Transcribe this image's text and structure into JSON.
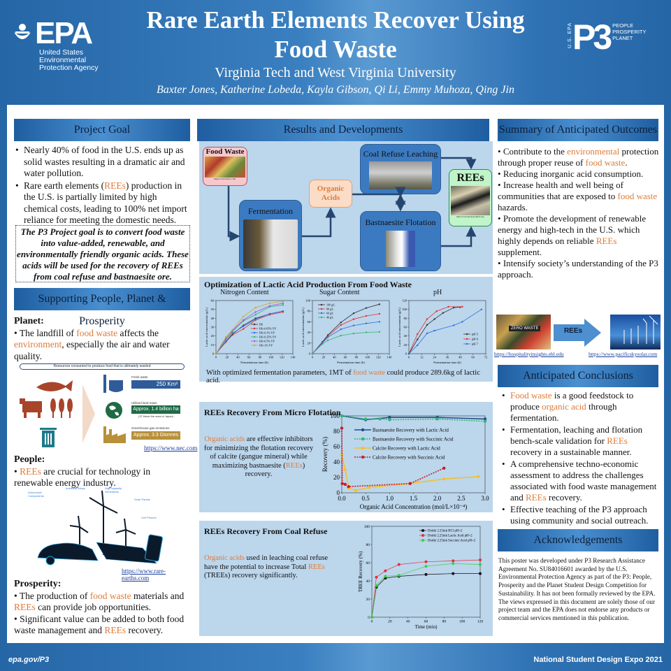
{
  "header": {
    "title_line1": "Rare Earth Elements Recover Using",
    "title_line2": "Food Waste",
    "affiliation": "Virginia Tech and West Virginia University",
    "authors": "Baxter Jones, Katherine Lobeda, Kayla Gibson, Qi Li, Emmy Muhoza, Qing Jin",
    "epa_logo": {
      "mark": "EPA",
      "line1": "United States",
      "line2": "Environmental",
      "line3": "Protection Agency"
    },
    "p3_logo": {
      "mark": "P3",
      "vertical": "U.S. EPA",
      "words": [
        "PEOPLE",
        "PROSPERITY",
        "PLANET"
      ]
    }
  },
  "project_goal": {
    "heading": "Project Goal",
    "bullets": [
      {
        "pre": "Nearly 40% of food in the U.S. ends up as solid wastes resulting in a dramatic air and water pollution.",
        "hl": "",
        "post": ""
      },
      {
        "pre": "Rare earth elements (",
        "hl": "REEs",
        "post": ") production in the U.S. is partially limited by high chemical costs, leading to 100% net import reliance for meeting the domestic needs."
      }
    ],
    "goal_statement": "The P3 Project goal is to convert food waste into value-added, renewable, and environmentally friendly organic acids. These acids will be used for the recovery of REEs from coal refuse and bastnaesite ore."
  },
  "supporting": {
    "heading": "Supporting People, Planet & Prosperity",
    "planet": {
      "label": "Planet:",
      "text_a": "The landfill of ",
      "hl_a": "food waste",
      "text_b": " affects the ",
      "hl_b": "environment",
      "text_c": ", especially the air and water quality."
    },
    "infographic": {
      "banner": "Resources consumed to produce food that is ultimately wasted",
      "fresh_water_label": "Fresh water",
      "fresh_water_value": "250 Km³",
      "land_label": "Utilized land mass",
      "land_value": "Approx. 1.4 billion ha",
      "land_note": "(37 times the area of Japan)",
      "ghg_label": "Greenhouse gas emissions",
      "ghg_value": "Approx. 3.3 Gtonnes",
      "source": "https://www.nec.com",
      "colors": {
        "food": "#a8442a",
        "water": "#2f5c98",
        "land": "#1f6b46",
        "ghg": "#b8903a",
        "bin": "#1e7a8a"
      }
    },
    "people": {
      "label": "People:",
      "hl": "REEs",
      "text": " are crucial for technology in renewable energy industry.",
      "image_labels": [
        "Automotive Components",
        "Industrial Alloys",
        "High capacity Generators",
        "Solar Panels",
        "Cell Phones"
      ],
      "source": "https://www.rare-earths.com"
    },
    "prosperity": {
      "label": "Prosperity:",
      "b1_pre": "The production of ",
      "b1_hl": "food waste",
      "b1_mid": " materials and ",
      "b1_hl2": "REEs",
      "b1_post": " can provide job opportunities.",
      "b2_pre": "Significant value can be added to both food waste management and ",
      "b2_hl": "REEs",
      "b2_post": " recovery."
    }
  },
  "results": {
    "heading": "Results and Developments",
    "flow": {
      "food_waste": "Food Waste",
      "food_waste_src": "https://www.bbc.com/",
      "fermentation": "Fermentation",
      "organic_acids": "Organic Acids",
      "coal_refuse": "Coal Refuse Leaching",
      "bastnaesite": "Bastnaesite Flotation",
      "rees": "REEs",
      "rees_src": "https://www.spacetoposition.org/"
    },
    "optimization": {
      "title": "Optimization of Lactic Acid Production From Food Waste",
      "conclusion_pre": "With optimized fermentation parameters, 1MT of ",
      "conclusion_hl": "food waste",
      "conclusion_post": " could produce 289.6kg of lactic acid."
    },
    "flotation": {
      "title": "REEs Recovery From Micro Flotation",
      "hl": "Organic acids",
      "text_a": " are effective inhibitors for minimizing the flotation recovery of calcite (gangue mineral) while maximizing bastnaesite (",
      "hl2": "REEs",
      "text_b": ") recovery."
    },
    "coal": {
      "title": "REEs Recovery From Coal Refuse",
      "hl": "Organic acids",
      "text_a": " used in leaching coal refuse have the potential to increase Total ",
      "hl2": "REEs",
      "text_b": " (TREEs) recovery significantly."
    }
  },
  "chart_data": [
    {
      "type": "line",
      "title": "Nitrogen Content",
      "xlabel": "Fermentation time (h)",
      "ylabel": "Lactic acid concentration (g/L)",
      "xlim": [
        0,
        140
      ],
      "ylim": [
        0,
        60
      ],
      "xticks": [
        0,
        20,
        40,
        60,
        80,
        100,
        120,
        140
      ],
      "yticks": [
        0,
        10,
        20,
        30,
        40,
        50,
        60
      ],
      "x": [
        0,
        18,
        30,
        50,
        72,
        98,
        122
      ],
      "series": [
        {
          "name": "HS",
          "color": "#333333",
          "values": [
            0,
            14,
            22,
            32,
            40,
            45,
            48
          ]
        },
        {
          "name": "HS+0.05% YP",
          "color": "#e03030",
          "values": [
            0,
            13,
            21,
            28,
            38,
            44,
            47
          ]
        },
        {
          "name": "HS+0.1% YP",
          "color": "#2a6ee0",
          "values": [
            0,
            14,
            23,
            31,
            39,
            45,
            48
          ]
        },
        {
          "name": "HS+0.25% YP",
          "color": "#2db870",
          "values": [
            0,
            16,
            25,
            37,
            44,
            53,
            55
          ]
        },
        {
          "name": "HS+0.5% YP",
          "color": "#b050e0",
          "values": [
            0,
            17,
            26,
            38,
            47,
            54,
            57
          ]
        },
        {
          "name": "HS+1% YP",
          "color": "#c8b020",
          "values": [
            0,
            19,
            27,
            42,
            52,
            57,
            59
          ]
        }
      ]
    },
    {
      "type": "line",
      "title": "Sugar Content",
      "xlabel": "Fermentation time (h)",
      "ylabel": "Lactic acid concentration (g/L)",
      "xlim": [
        0,
        140
      ],
      "ylim": [
        0,
        100
      ],
      "xticks": [
        0,
        20,
        40,
        60,
        80,
        100,
        120,
        140
      ],
      "yticks": [
        0,
        20,
        40,
        60,
        80,
        100
      ],
      "x": [
        0,
        18,
        28,
        52,
        75,
        98,
        122
      ],
      "series": [
        {
          "name": "100 g/L",
          "color": "#333333",
          "values": [
            0,
            22,
            35,
            59,
            76,
            86,
            93
          ]
        },
        {
          "name": "80 g/L",
          "color": "#e03030",
          "values": [
            0,
            21,
            33,
            54,
            65,
            71,
            75
          ]
        },
        {
          "name": "60 g/L",
          "color": "#2a6ee0",
          "values": [
            0,
            20,
            31,
            46,
            53,
            57,
            60
          ]
        },
        {
          "name": "40 g/L",
          "color": "#2db870",
          "values": [
            0,
            18,
            25,
            34,
            38,
            40,
            41
          ]
        }
      ]
    },
    {
      "type": "line",
      "title": "pH",
      "xlabel": "Fermentation time (h)",
      "ylabel": "Lactic acid concentration (g/L)",
      "xlim": [
        0,
        72
      ],
      "ylim": [
        0,
        120
      ],
      "xticks": [
        0,
        12,
        24,
        36,
        48,
        60,
        72
      ],
      "yticks": [
        0,
        20,
        40,
        60,
        80,
        100,
        120
      ],
      "series": [
        {
          "name": "pH 5",
          "color": "#333333",
          "x": [
            0,
            8,
            17,
            24,
            32,
            42,
            48
          ],
          "values": [
            0,
            32,
            65,
            78,
            92,
            104,
            105
          ]
        },
        {
          "name": "pH 6",
          "color": "#e03030",
          "x": [
            0,
            8,
            17,
            26,
            37,
            50
          ],
          "values": [
            0,
            44,
            78,
            96,
            106,
            106
          ]
        },
        {
          "name": "pH 7",
          "color": "#2a6ee0",
          "x": [
            0,
            8,
            17,
            24,
            42,
            50,
            68
          ],
          "values": [
            0,
            19,
            46,
            52,
            64,
            72,
            100
          ]
        }
      ]
    },
    {
      "type": "line",
      "title": "REEs Recovery From Micro Flotation",
      "xlabel": "Organic Acid Concentration (mol/L×10⁻⁴)",
      "ylabel": "Recovery (%)",
      "xlim": [
        0,
        3.0
      ],
      "ylim": [
        0,
        100
      ],
      "xticks": [
        0.0,
        0.5,
        1.0,
        1.5,
        2.0,
        2.5,
        3.0
      ],
      "yticks": [
        0,
        20,
        40,
        60,
        80,
        100
      ],
      "legend": "inside-top",
      "series": [
        {
          "name": "Bastnaesite Recovery with Lactic Acid",
          "color": "#1f4e8c",
          "dash": false,
          "x": [
            0,
            0.5,
            1.0,
            2.0,
            3.0
          ],
          "values": [
            100,
            95,
            98,
            98,
            96
          ]
        },
        {
          "name": "Bastnaesite Recovery with Succinic Acid",
          "color": "#2db870",
          "dash": true,
          "x": [
            0,
            0.5,
            0.8,
            1.0,
            2.0,
            3.0
          ],
          "values": [
            100,
            96,
            96,
            95,
            96,
            93
          ]
        },
        {
          "name": "Calcite Recovery with Lactic Acid",
          "color": "#f2c12e",
          "dash": false,
          "x": [
            0,
            0.07,
            0.15,
            0.29,
            0.57,
            1.43,
            2.14,
            2.86
          ],
          "values": [
            50,
            30,
            6,
            3,
            7,
            12,
            18,
            21
          ]
        },
        {
          "name": "Calcite Recovery with Succinic Acid",
          "color": "#c41e2a",
          "dash": true,
          "x": [
            0,
            0.01,
            0.07,
            0.14,
            1.43,
            2.14
          ],
          "values": [
            84,
            12,
            11,
            8,
            12,
            32
          ]
        }
      ]
    },
    {
      "type": "line",
      "title": "REEs Recovery From Coal Refuse",
      "xlabel": "Time (min)",
      "ylabel": "TREE Recovery (%)",
      "xlim": [
        0,
        120
      ],
      "ylim": [
        0,
        100
      ],
      "xticks": [
        0,
        20,
        40,
        60,
        80,
        100,
        120
      ],
      "yticks": [
        0,
        20,
        40,
        60,
        80,
        100
      ],
      "x": [
        0,
        5,
        15,
        30,
        60,
        90,
        120
      ],
      "series": [
        {
          "name": "Dotiki 2.25ink HCl pH=2",
          "color": "#111111",
          "values": [
            0,
            33,
            43,
            45,
            47,
            48,
            48
          ]
        },
        {
          "name": "Dotiki 2.25ink Lactic Acid pH=2",
          "color": "#e03040",
          "values": [
            0,
            44,
            51,
            58,
            61,
            62,
            63
          ]
        },
        {
          "name": "Dotiki 2.25ink Succinic Acid pH=2",
          "color": "#3ad040",
          "values": [
            0,
            35,
            45,
            46,
            56,
            59,
            58
          ]
        }
      ]
    }
  ],
  "outcomes": {
    "heading": "Summary of  Anticipated Outcomes",
    "b1_pre": "Contribute to the ",
    "b1_hl": "environmental",
    "b1_mid": " protection through proper reuse of ",
    "b1_hl2": "food waste",
    "b1_post": ".",
    "b2": "Reducing inorganic acid consumption.",
    "b3_pre": "Increase health and well being of communities that are exposed to ",
    "b3_hl": "food waste",
    "b3_post": " hazards.",
    "b4_pre": "Promote the development of renewable energy and high-tech in the U.S. which highly depends on reliable ",
    "b4_hl": "REEs",
    "b4_post": " supplement.",
    "b5": "Intensify society’s understanding of the P3 approach.",
    "arrow_label": "REEs",
    "src_left": "https://hospitalityinsights.ehl.edu",
    "src_right": "https://www.pacificskysolar.com",
    "food_sign": "ZERO WASTE"
  },
  "conclusions": {
    "heading": "Anticipated Conclusions",
    "c1_hl": "Food waste",
    "c1_mid": " is a good feedstock to produce ",
    "c1_hl2": "organic acid",
    "c1_post": " through fermentation.",
    "c2_pre": "Fermentation, leaching and flotation bench-scale validation for ",
    "c2_hl": "REEs",
    "c2_post": " recovery in a sustainable manner.",
    "c3_pre": "A comprehensive techno-economic assessment to address the challenges associated with food waste management and ",
    "c3_hl": "REEs",
    "c3_post": " recovery.",
    "c4": "Effective teaching of the P3 approach using community and social outreach."
  },
  "acknowledgements": {
    "heading": "Acknowledgements",
    "text": "This poster was developed under P3 Research Assistance Agreement No. SU84016601 awarded by the U.S. Environmental Protection Agency as part of the P3: People, Prosperity and the Planet Student Design Competition for Sustainability. It has not been formally reviewed by the EPA. The views expressed in this document are solely those of our project team and the EPA does not endorse any products or commercial services mentioned in this publication."
  },
  "footer": {
    "left": "epa.gov/P3",
    "right": "National Student Design Expo 2021"
  },
  "colors": {
    "highlight": "#e07b39",
    "header_bg": "#2f72b4",
    "section_bar": "#1e5ea0",
    "panel_light": "#bcd6ec"
  }
}
